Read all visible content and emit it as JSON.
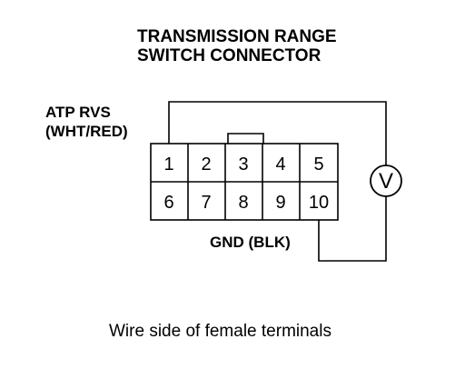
{
  "title_line1": "TRANSMISSION RANGE",
  "title_line2": "SWITCH CONNECTOR",
  "wire_label_line1": "ATP RVS",
  "wire_label_line2": "(WHT/RED)",
  "ground_label": "GND (BLK)",
  "meter_symbol": "V",
  "meter_icon": "voltmeter-icon",
  "caption": "Wire side of female terminals",
  "pins_top": [
    "1",
    "2",
    "3",
    "4",
    "5"
  ],
  "pins_bottom": [
    "6",
    "7",
    "8",
    "9",
    "10"
  ]
}
